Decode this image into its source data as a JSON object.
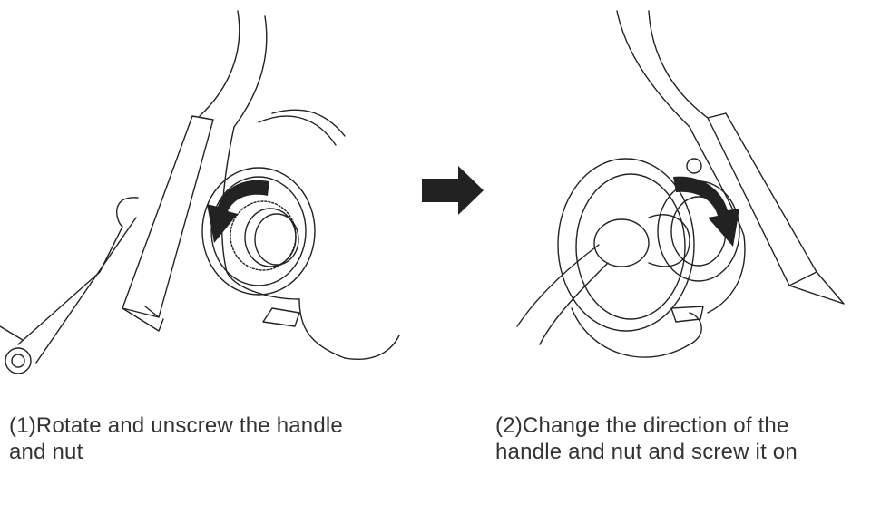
{
  "steps": [
    {
      "label_line1": "(1)Rotate and unscrew the handle",
      "label_line2": "and nut",
      "rotation": "counterclockwise"
    },
    {
      "label_line1": "(2)Change the direction of the",
      "label_line2": "handle and nut and screw it on",
      "rotation": "clockwise"
    }
  ],
  "colors": {
    "line": "#222222",
    "arrow": "#222222",
    "text": "#333333"
  }
}
